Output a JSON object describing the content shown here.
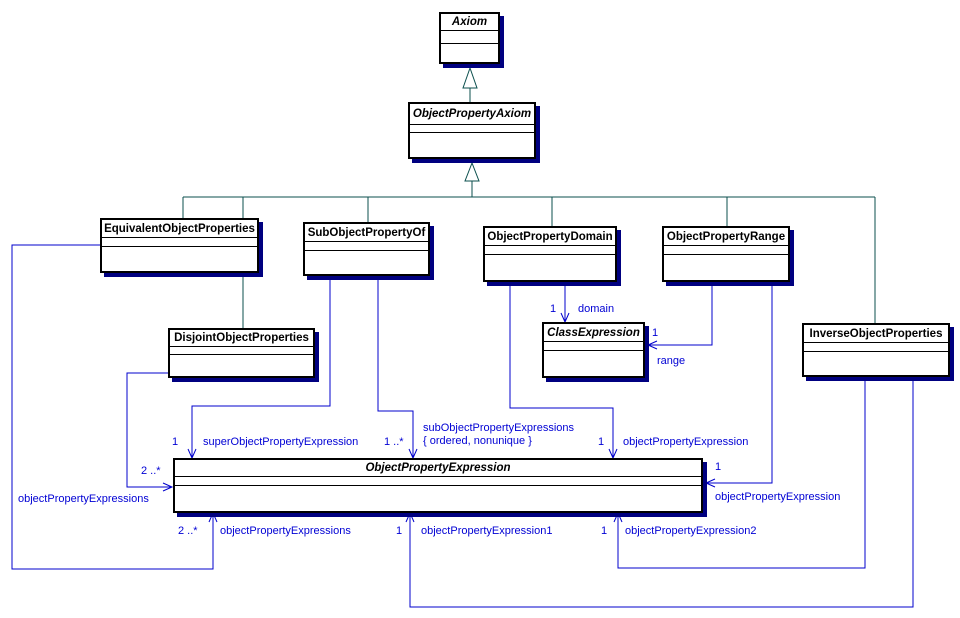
{
  "diagram_type": "uml-class-diagram",
  "classes": {
    "axiom": "Axiom",
    "object_property_axiom": "ObjectPropertyAxiom",
    "equivalent_object_properties": "EquivalentObjectProperties",
    "sub_object_property_of": "SubObjectPropertyOf",
    "object_property_domain": "ObjectPropertyDomain",
    "object_property_range": "ObjectPropertyRange",
    "inverse_object_properties": "InverseObjectProperties",
    "disjoint_object_properties": "DisjointObjectProperties",
    "class_expression": "ClassExpression",
    "object_property_expression": "ObjectPropertyExpression"
  },
  "associations": {
    "equivalent_opes": {
      "multiplicity": "2 ..*",
      "label": "objectPropertyExpressions"
    },
    "disjoint_opes": {
      "multiplicity": "2 ..*",
      "label": "objectPropertyExpressions"
    },
    "super_ope": {
      "multiplicity": "1",
      "label": "superObjectPropertyExpression"
    },
    "sub_opes": {
      "multiplicity": "1 ..*",
      "label": "subObjectPropertyExpressions",
      "constraint": "{ ordered, nonunique }"
    },
    "domain_ope": {
      "multiplicity": "1",
      "label": "objectPropertyExpression"
    },
    "domain_ce": {
      "multiplicity": "1",
      "label": "domain"
    },
    "range_ce": {
      "multiplicity": "1",
      "label": "range"
    },
    "range_ope": {
      "multiplicity": "1",
      "label": "objectPropertyExpression"
    },
    "inverse_ope1": {
      "multiplicity": "1",
      "label": "objectPropertyExpression1"
    },
    "inverse_ope2": {
      "multiplicity": "1",
      "label": "objectPropertyExpression2"
    }
  },
  "colors": {
    "association_line": "#0000CC",
    "label_text": "#0000D4",
    "generalization_line": "#0B4F4D",
    "box_shadow": "#000080",
    "box_border": "#000000",
    "background": "#FFFFFF"
  }
}
